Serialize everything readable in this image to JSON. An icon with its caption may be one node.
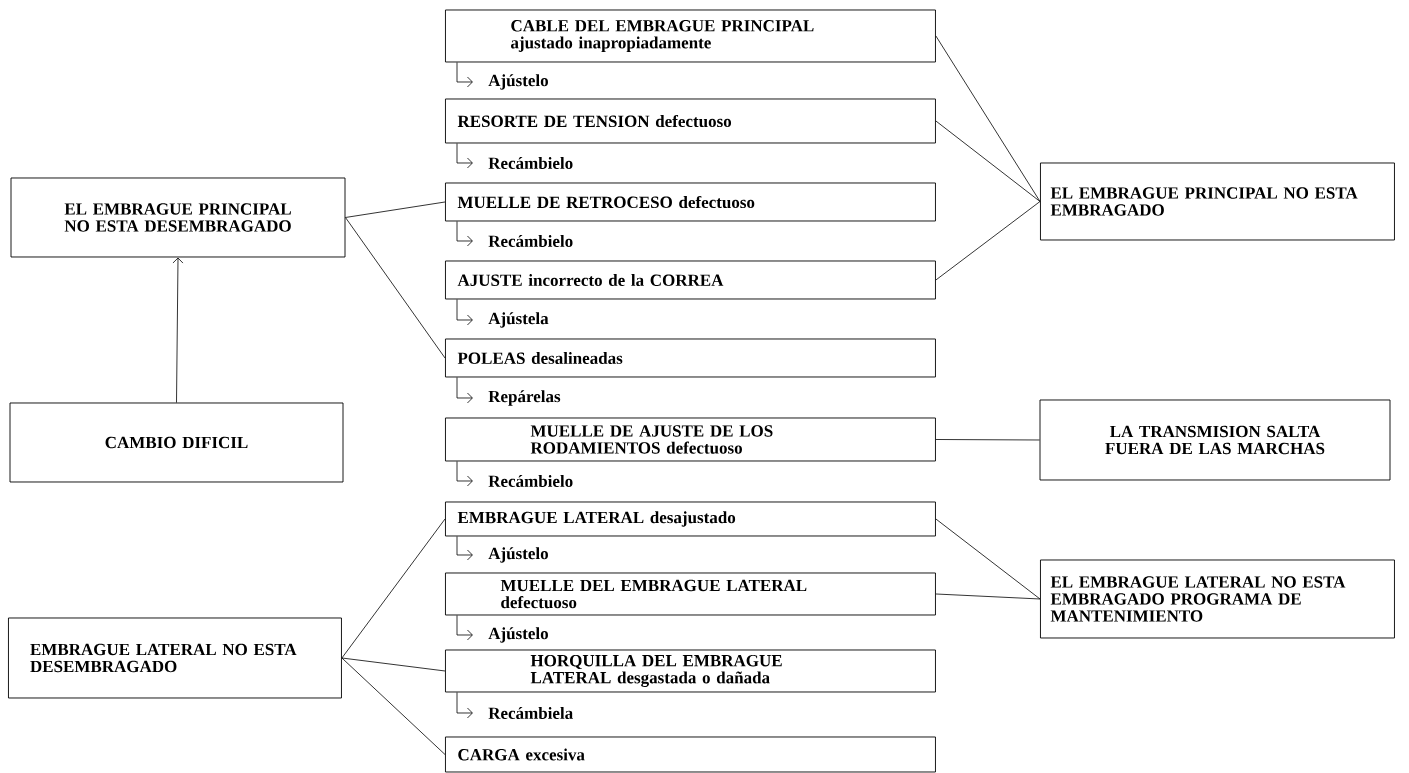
{
  "diagram": {
    "nodes": [
      {
        "text": [
          "EL EMBRAGUE PRINCIPAL NO ESTA DESEMBRAGADO"
        ]
      },
      {
        "text": [
          "CAMBIO DIFICIL"
        ]
      },
      {
        "text": [
          "EMBRAGUE LATERAL NO ESTA DESEMBRAGADO"
        ]
      },
      {
        "text": [
          "CABLE DEL EMBRAGUE PRINCIPAL ajustado inapropiadamente"
        ]
      },
      {
        "text": [
          "Ajústelo"
        ]
      },
      {
        "text": [
          "RESORTE DE TENSION defectuoso"
        ]
      },
      {
        "text": [
          "Recámbielo"
        ]
      },
      {
        "text": [
          "MUELLE DE RETROCESO defectuoso"
        ]
      },
      {
        "text": [
          "Recámbielo"
        ]
      },
      {
        "text": [
          "AJUSTE incorrecto de la CORREA"
        ]
      },
      {
        "text": [
          "Ajústela"
        ]
      },
      {
        "text": [
          "POLEAS desalineadas"
        ]
      },
      {
        "text": [
          "Repárelas"
        ]
      },
      {
        "text": [
          "MUELLE DE AJUSTE DE LOS RODAMIENTOS defectuoso"
        ]
      },
      {
        "text": [
          "Recámbielo"
        ]
      },
      {
        "text": [
          "EMBRAGUE LATERAL desajustado"
        ]
      },
      {
        "text": [
          "Ajústelo"
        ]
      },
      {
        "text": [
          "MUELLE DEL EMBRAGUE LATERAL defectuoso"
        ]
      },
      {
        "text": [
          "Ajústelo"
        ]
      },
      {
        "text": [
          "HORQUILLA DEL EMBRAGUE LATERAL desgastada o dañada"
        ]
      },
      {
        "text": [
          "Recámbiela"
        ]
      },
      {
        "text": [
          "CARGA excesiva"
        ]
      },
      {
        "text": [
          "EL EMBRAGUE PRINCIPAL NO ESTA EMBRAGADO"
        ]
      },
      {
        "text": [
          "LA TRANSMISION SALTA FUERA DE LAS MARCHAS"
        ]
      },
      {
        "text": [
          "EL EMBRAGUE LATERAL NO ESTA EMBRAGADO PROGRAMA DE MANTENIMIENTO"
        ]
      }
    ],
    "edges": [
      {
        "from": 1,
        "to": 0,
        "arrow": "to"
      },
      {
        "from": 0,
        "to": 7,
        "arrow": "none"
      },
      {
        "from": 0,
        "to": 11,
        "arrow": "none"
      },
      {
        "from": 3,
        "to": 22,
        "arrow": "none"
      },
      {
        "from": 5,
        "to": 22,
        "arrow": "none"
      },
      {
        "from": 9,
        "to": 22,
        "arrow": "none"
      },
      {
        "from": 13,
        "to": 23,
        "arrow": "none"
      },
      {
        "from": 2,
        "to": 15,
        "arrow": "none"
      },
      {
        "from": 2,
        "to": 19,
        "arrow": "none"
      },
      {
        "from": 2,
        "to": 21,
        "arrow": "none"
      },
      {
        "from": 15,
        "to": 24,
        "arrow": "none"
      },
      {
        "from": 17,
        "to": 24,
        "arrow": "none"
      },
      {
        "from": 3,
        "to": 4,
        "arrow": "to"
      },
      {
        "from": 5,
        "to": 6,
        "arrow": "to"
      },
      {
        "from": 7,
        "to": 8,
        "arrow": "to"
      },
      {
        "from": 9,
        "to": 10,
        "arrow": "to"
      },
      {
        "from": 11,
        "to": 12,
        "arrow": "to"
      },
      {
        "from": 13,
        "to": 14,
        "arrow": "to"
      },
      {
        "from": 15,
        "to": 16,
        "arrow": "to"
      },
      {
        "from": 17,
        "to": 18,
        "arrow": "to"
      },
      {
        "from": 19,
        "to": 20,
        "arrow": "to"
      }
    ]
  }
}
